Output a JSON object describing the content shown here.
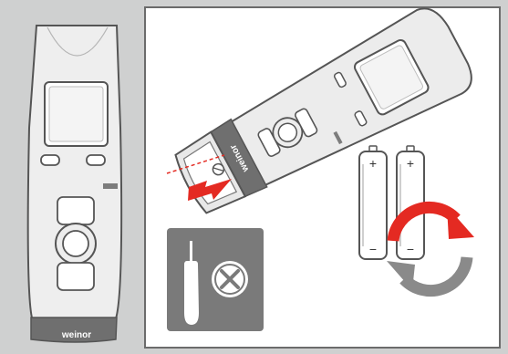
{
  "brand": {
    "name": "weinor"
  },
  "battery": {
    "plus": "+",
    "minus": "−"
  },
  "icons": {
    "remote_front": "remote-control-front",
    "remote_open": "remote-control-opened",
    "pull_arrow": "pull-out-arrow",
    "batteries": "aa-batteries",
    "replace": "replace-cycle-arrows",
    "no_screwdriver": "screwdriver-not-allowed"
  },
  "colors": {
    "background": "#cfd0d0",
    "panel": "#ffffff",
    "panel_border": "#6b6b6b",
    "remote_body": "#ececec",
    "outline": "#555555",
    "band": "#6f6f6f",
    "arrow_red": "#e42a22",
    "cycle_gray": "#8a8a8a",
    "icon_box": "#7a7a7a"
  }
}
